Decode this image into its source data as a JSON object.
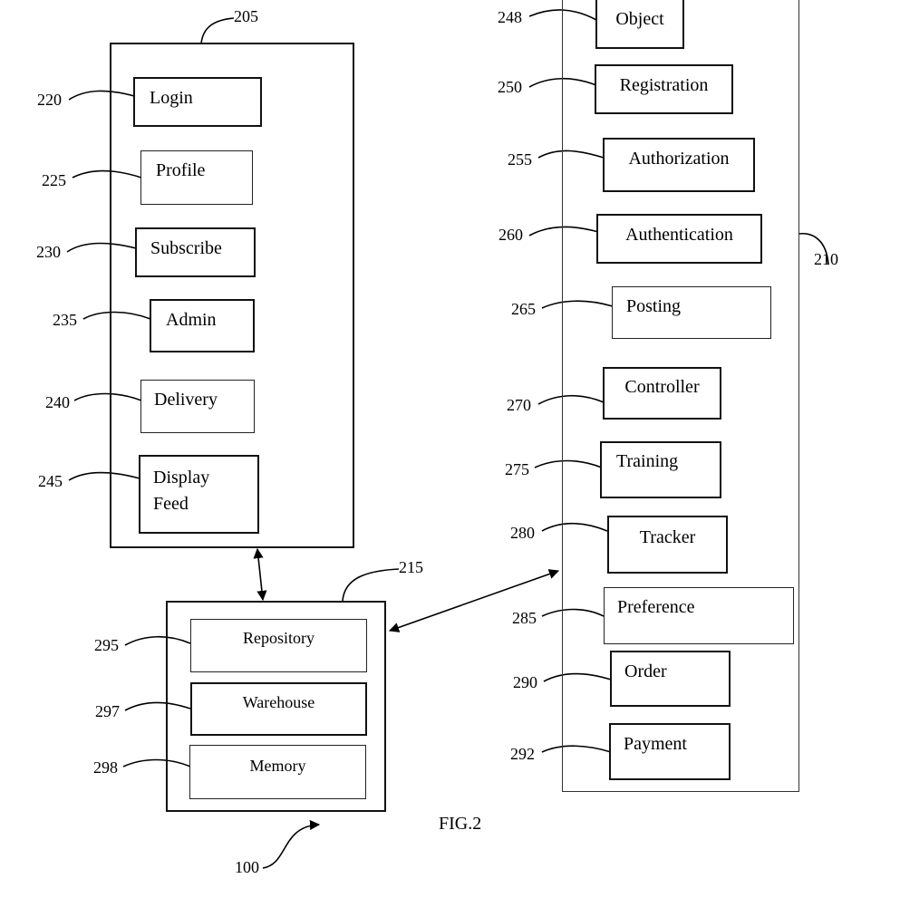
{
  "figure": {
    "caption": "FIG.2",
    "system_ref": "100"
  },
  "client_block": {
    "ref": "205",
    "modules": [
      {
        "ref": "220",
        "label": "Login"
      },
      {
        "ref": "225",
        "label": "Profile"
      },
      {
        "ref": "230",
        "label": "Subscribe"
      },
      {
        "ref": "235",
        "label": "Admin"
      },
      {
        "ref": "240",
        "label": "Delivery"
      },
      {
        "ref": "245",
        "label_line1": "Display",
        "label_line2": "Feed"
      }
    ]
  },
  "server_block": {
    "ref": "210",
    "modules": [
      {
        "ref": "248",
        "label": "Object"
      },
      {
        "ref": "250",
        "label": "Registration"
      },
      {
        "ref": "255",
        "label": "Authorization"
      },
      {
        "ref": "260",
        "label": "Authentication"
      },
      {
        "ref": "265",
        "label": "Posting"
      },
      {
        "ref": "270",
        "label": "Controller"
      },
      {
        "ref": "275",
        "label": "Training"
      },
      {
        "ref": "280",
        "label": "Tracker"
      },
      {
        "ref": "285",
        "label": "Preference"
      },
      {
        "ref": "290",
        "label": "Order"
      },
      {
        "ref": "292",
        "label": "Payment"
      }
    ]
  },
  "storage_block": {
    "ref": "215",
    "modules": [
      {
        "ref": "295",
        "label": "Repository"
      },
      {
        "ref": "297",
        "label": "Warehouse"
      },
      {
        "ref": "298",
        "label": "Memory"
      }
    ]
  }
}
